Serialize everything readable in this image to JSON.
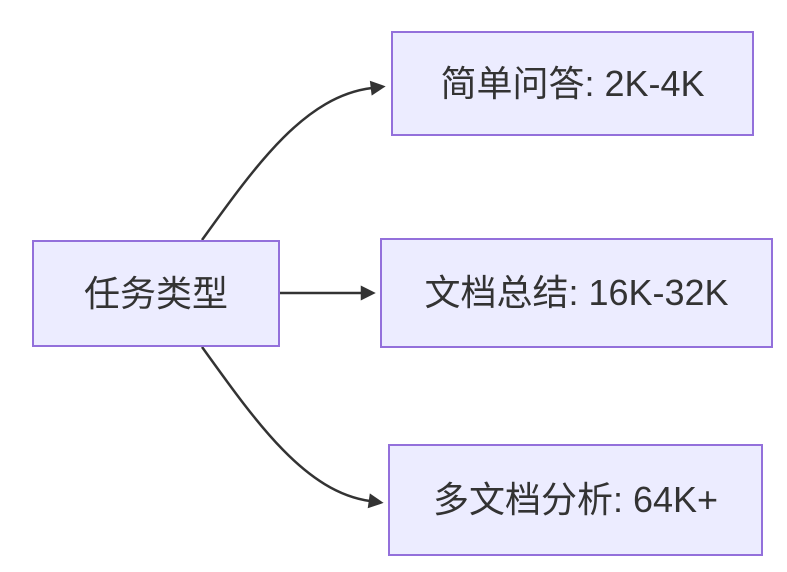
{
  "diagram": {
    "type": "flowchart",
    "direction": "left-to-right",
    "root": {
      "label": "任务类型"
    },
    "children": [
      {
        "label": "简单问答: 2K-4K"
      },
      {
        "label": "文档总结: 16K-32K"
      },
      {
        "label": "多文档分析: 64K+"
      }
    ],
    "edges": [
      {
        "from": "任务类型",
        "to": "简单问答: 2K-4K"
      },
      {
        "from": "任务类型",
        "to": "文档总结: 16K-32K"
      },
      {
        "from": "任务类型",
        "to": "多文档分析: 64K+"
      }
    ],
    "colors": {
      "node_fill": "#ECECFF",
      "node_border": "#9370DB",
      "edge": "#333333",
      "text": "#333333",
      "background": "#FFFFFF"
    }
  }
}
